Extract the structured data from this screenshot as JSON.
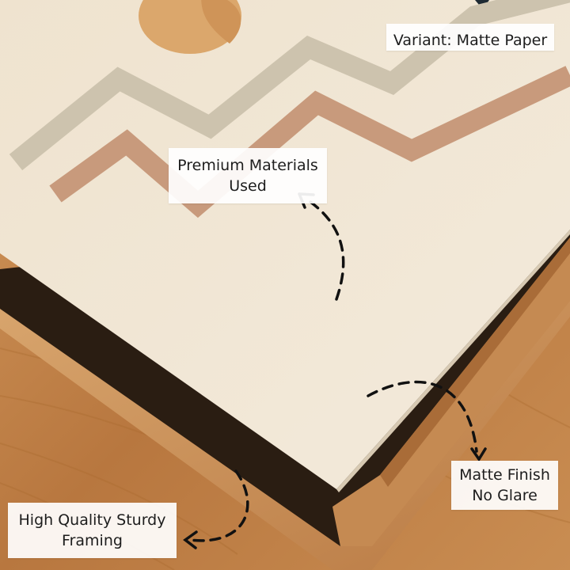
{
  "labels": {
    "variant": "Variant: Matte Paper",
    "premium": [
      "Premium Materials",
      "Used"
    ],
    "matte": [
      "Matte Finish",
      "No Glare"
    ],
    "framing": [
      "High Quality Sturdy",
      "Framing"
    ]
  },
  "colors": {
    "paper": "#efe4d3",
    "wood": "#c58a52",
    "zigzag_sage": "#cdc3ae",
    "zigzag_terracotta": "#c89a7c",
    "sun": "#dba76c",
    "arrow": "#111111"
  },
  "icons": [
    "dashed-arrow-icon"
  ]
}
